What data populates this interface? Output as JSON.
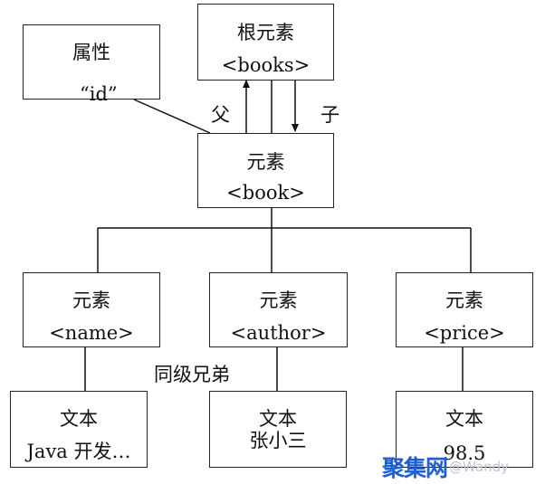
{
  "attribute": {
    "title": "属性",
    "value": "“id”"
  },
  "root": {
    "title": "根元素",
    "tag": "<books>"
  },
  "book": {
    "title": "元素",
    "tag": "<book>"
  },
  "edge_labels": {
    "parent": "父",
    "child": "子",
    "siblings": "同级兄弟"
  },
  "children": [
    {
      "title": "元素",
      "tag": "<name>"
    },
    {
      "title": "元素",
      "tag": "<author>"
    },
    {
      "title": "元素",
      "tag": "<price>"
    }
  ],
  "texts": [
    {
      "title": "文本",
      "value": "Java 开发…"
    },
    {
      "title": "文本",
      "value": "张小三"
    },
    {
      "title": "文本",
      "value": "98.5"
    }
  ],
  "watermark": {
    "logo": "聚集网",
    "handle": "@Wandy"
  }
}
